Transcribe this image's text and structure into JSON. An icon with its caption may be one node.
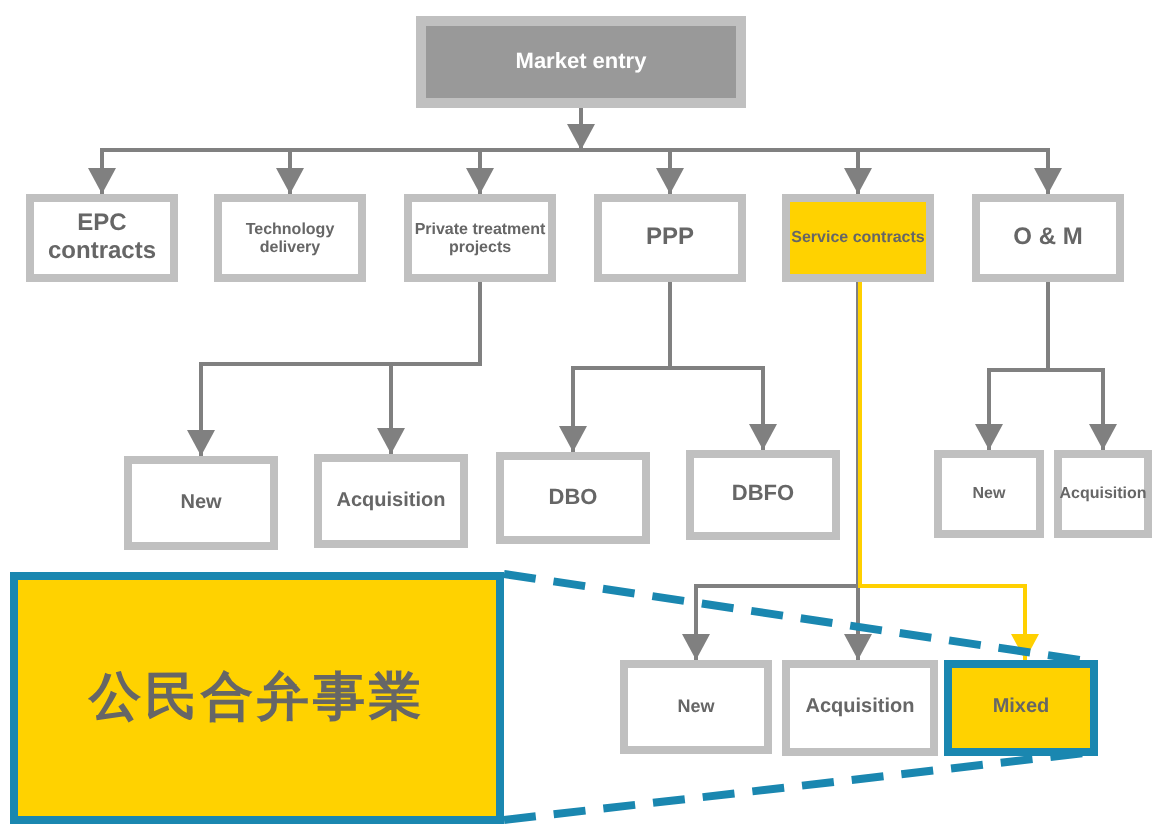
{
  "diagram": {
    "nodes": [
      {
        "text": [
          "Market entry"
        ]
      },
      {
        "text": [
          "EPC contracts"
        ]
      },
      {
        "text": [
          "Technology delivery"
        ]
      },
      {
        "text": [
          "Private treatment projects"
        ]
      },
      {
        "text": [
          "PPP"
        ]
      },
      {
        "text": [
          "Service contracts"
        ]
      },
      {
        "text": [
          "O & M"
        ]
      },
      {
        "text": [
          "New"
        ]
      },
      {
        "text": [
          "Acquisition"
        ]
      },
      {
        "text": [
          "DBO"
        ]
      },
      {
        "text": [
          "DBFO"
        ]
      },
      {
        "text": [
          "New"
        ]
      },
      {
        "text": [
          "Acquisition"
        ]
      },
      {
        "text": [
          "New"
        ]
      },
      {
        "text": [
          "Acquisition"
        ]
      },
      {
        "text": [
          "Mixed"
        ]
      },
      {
        "text": [
          "公民合弁事業"
        ]
      }
    ],
    "edges": [
      {
        "from": 0,
        "to": 1,
        "arrow": "to"
      },
      {
        "from": 0,
        "to": 2,
        "arrow": "to"
      },
      {
        "from": 0,
        "to": 3,
        "arrow": "to"
      },
      {
        "from": 0,
        "to": 4,
        "arrow": "to"
      },
      {
        "from": 0,
        "to": 5,
        "arrow": "to"
      },
      {
        "from": 0,
        "to": 6,
        "arrow": "to"
      },
      {
        "from": 3,
        "to": 7,
        "arrow": "to"
      },
      {
        "from": 3,
        "to": 8,
        "arrow": "to"
      },
      {
        "from": 4,
        "to": 9,
        "arrow": "to"
      },
      {
        "from": 4,
        "to": 10,
        "arrow": "to"
      },
      {
        "from": 6,
        "to": 11,
        "arrow": "to"
      },
      {
        "from": 6,
        "to": 12,
        "arrow": "to"
      },
      {
        "from": 5,
        "to": 13,
        "arrow": "to"
      },
      {
        "from": 5,
        "to": 14,
        "arrow": "to"
      },
      {
        "from": 5,
        "to": 15,
        "arrow": "to",
        "color": "#ffd000"
      },
      {
        "from": 16,
        "to": 15,
        "arrow": "none",
        "style": "dashed",
        "color": "#1a87b0"
      },
      {
        "from": 16,
        "to": 15,
        "arrow": "none",
        "style": "dashed",
        "color": "#1a87b0"
      }
    ]
  }
}
